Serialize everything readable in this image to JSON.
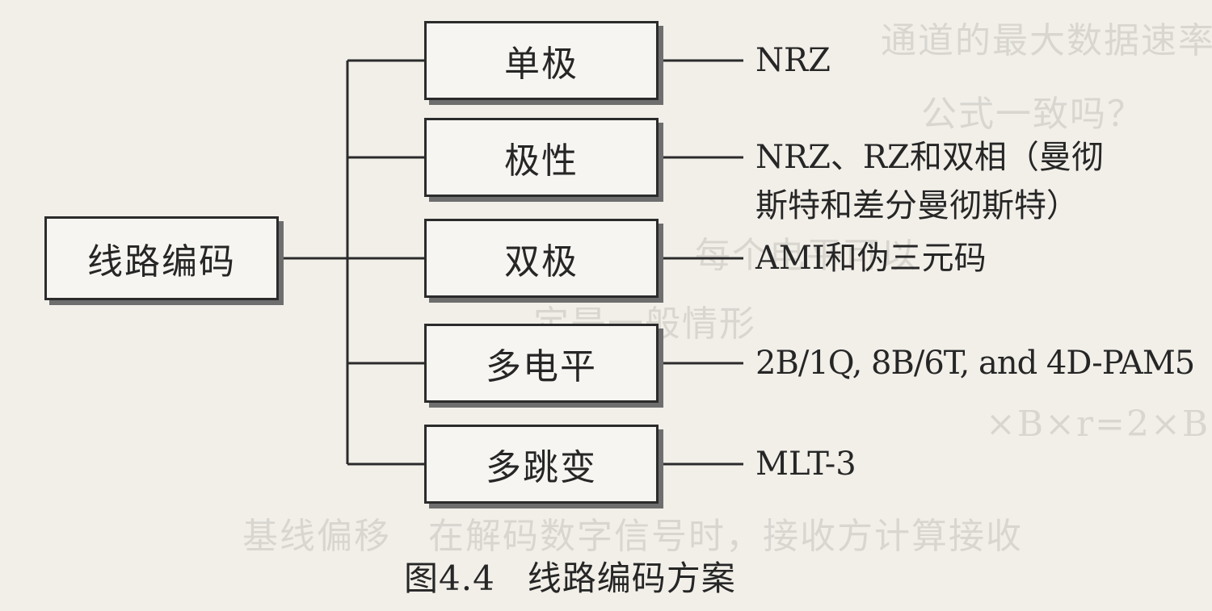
{
  "diagram": {
    "root": {
      "label": "线路编码"
    },
    "categories": [
      {
        "label": "单极",
        "schemes": "NRZ"
      },
      {
        "label": "极性",
        "schemes_lines": [
          "NRZ、RZ和双相（曼彻",
          "斯特和差分曼彻斯特）"
        ]
      },
      {
        "label": "双极",
        "schemes": "AMI和伪三元码"
      },
      {
        "label": "多电平",
        "schemes": "2B/1Q, 8B/6T, and 4D-PAM5"
      },
      {
        "label": "多跳变",
        "schemes": "MLT-3"
      }
    ]
  },
  "caption": {
    "number": "图4.4",
    "text": "线路编码方案"
  }
}
